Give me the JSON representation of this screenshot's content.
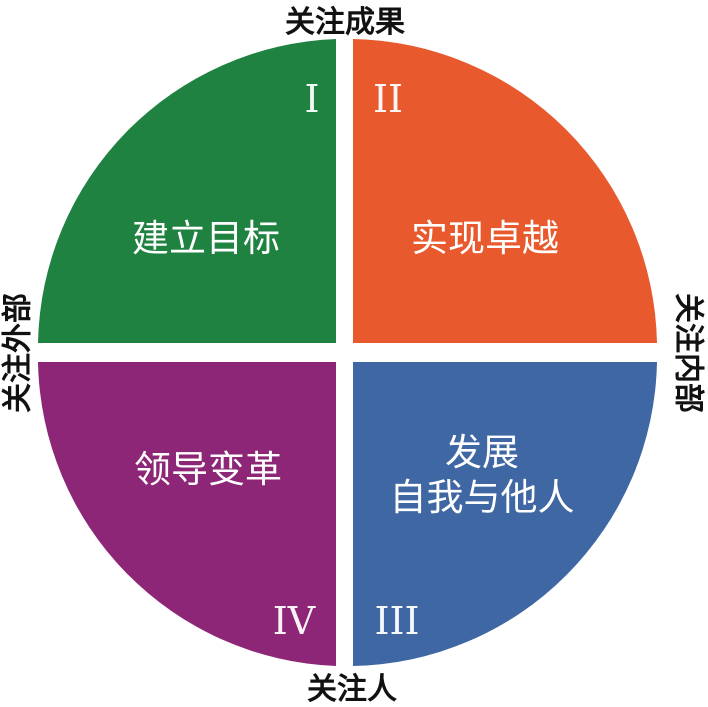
{
  "axes": {
    "top": "关注成果",
    "bottom": "关注人",
    "left": "关注外部",
    "right": "关注内部"
  },
  "quadrants": {
    "tl": {
      "numeral": "I",
      "lines": [
        "建立目标"
      ],
      "color": "#1f8241"
    },
    "tr": {
      "numeral": "II",
      "lines": [
        "实现卓越"
      ],
      "color": "#e85a2e"
    },
    "br": {
      "numeral": "III",
      "lines": [
        "发展",
        "自我与他人"
      ],
      "color": "#3f67a3"
    },
    "bl": {
      "numeral": "IV",
      "lines": [
        "领导变革"
      ],
      "color": "#8d2677"
    }
  }
}
